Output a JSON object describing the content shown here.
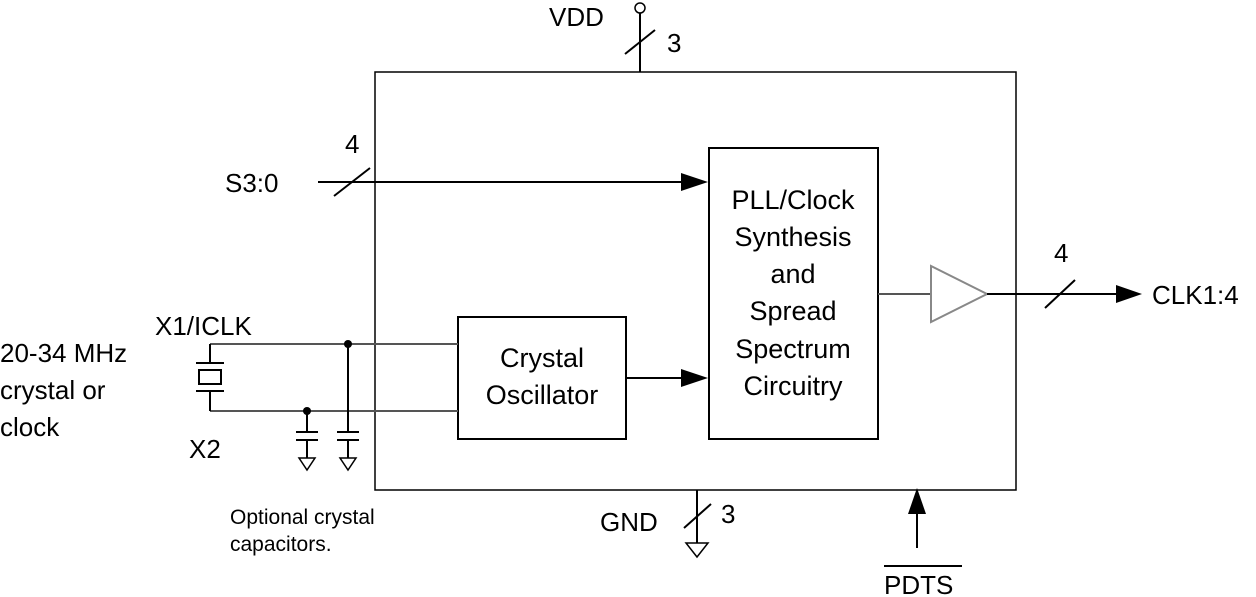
{
  "pins": {
    "vdd": "VDD",
    "vdd_count": "3",
    "gnd": "GND",
    "gnd_count": "3",
    "select": "S3:0",
    "select_count": "4",
    "x1": "X1/ICLK",
    "x2": "X2",
    "pdts": "PDTS",
    "clk": "CLK1:4",
    "clk_count": "4"
  },
  "crystal_note": [
    "20-34 MHz",
    "crystal or",
    "clock"
  ],
  "cap_note": [
    "Optional crystal",
    "capacitors."
  ],
  "blocks": {
    "oscillator": [
      "Crystal",
      "Oscillator"
    ],
    "pll": [
      "PLL/Clock",
      "Synthesis",
      "and",
      "Spread",
      "Spectrum",
      "Circuitry"
    ]
  }
}
